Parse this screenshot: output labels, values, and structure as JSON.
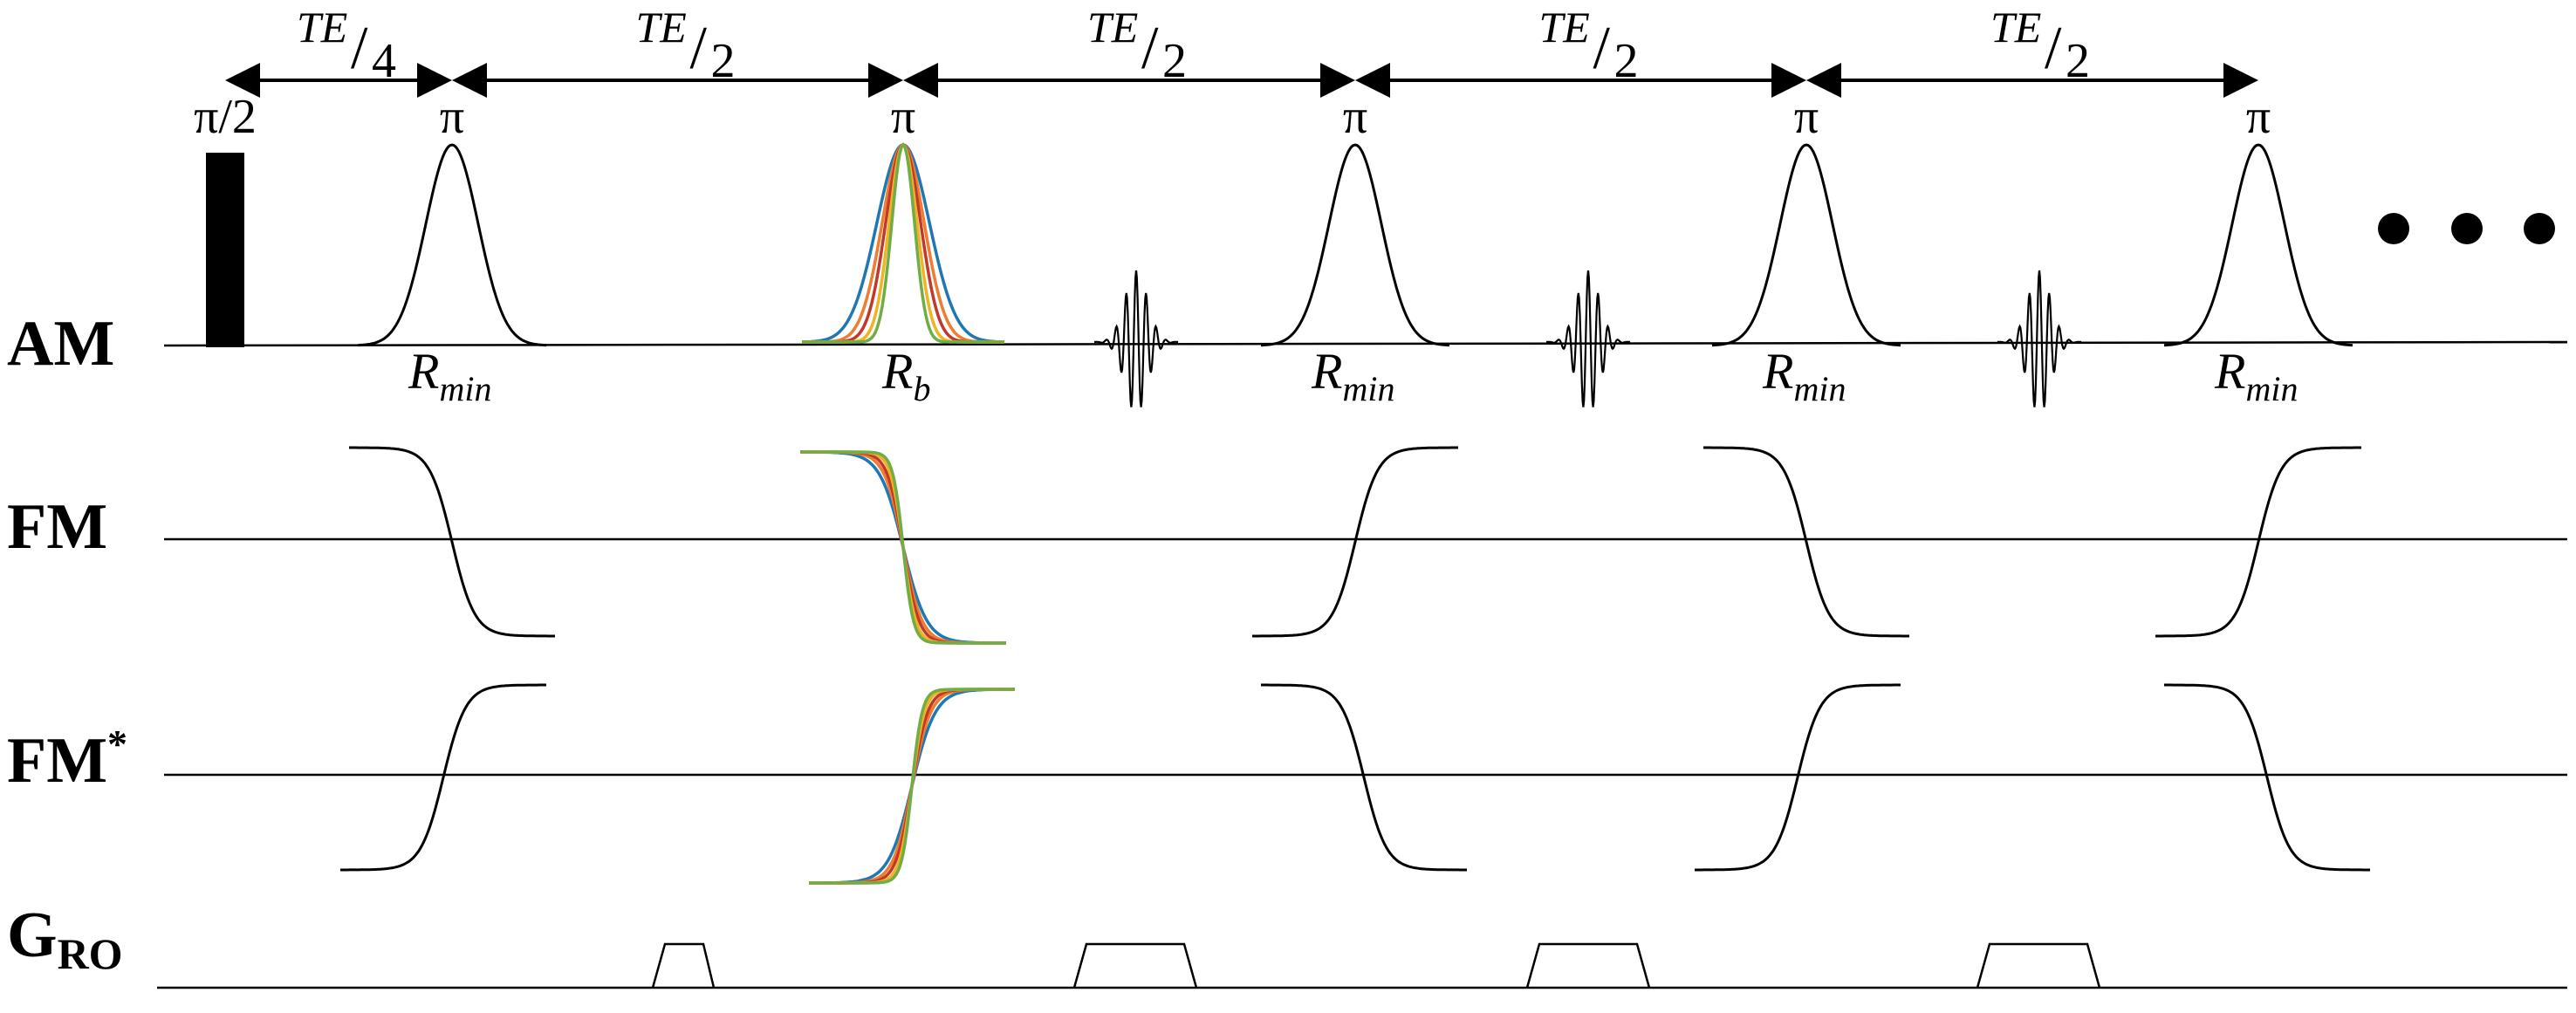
{
  "channels": {
    "am": "AM",
    "fm": "FM",
    "fm_star_base": "FM",
    "fm_star_sup": "*",
    "gro_base": "G",
    "gro_sub": "RO"
  },
  "timing": {
    "te_num": "TE",
    "first_den": "4",
    "den": "2"
  },
  "pulses": {
    "excitation": "π/2",
    "refocus": "π"
  },
  "r_labels": {
    "min_base": "R",
    "min_sub": "min",
    "b_base": "R",
    "b_sub": "b"
  },
  "colors": {
    "ink": "#000000",
    "blue": "#1f77b4",
    "orange": "#ed7d31",
    "red": "#c0392b",
    "gold": "#f0b323",
    "green": "#70ad47"
  },
  "icons": {
    "continuation": "ellipsis-dots"
  }
}
